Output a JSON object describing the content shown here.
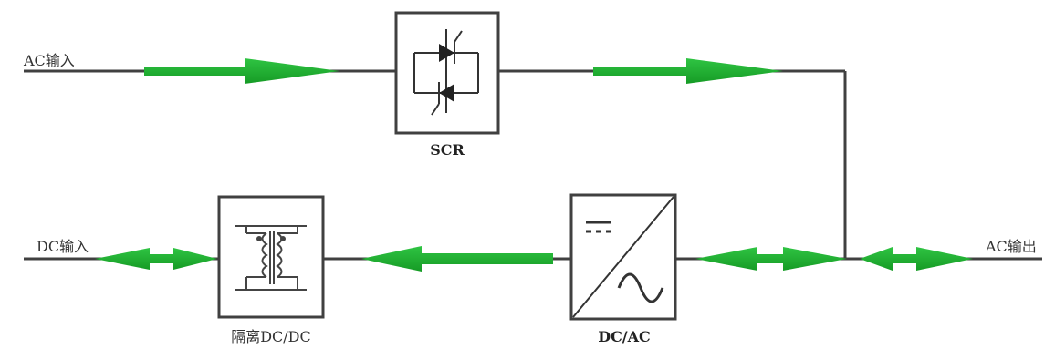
{
  "labels": {
    "ac_input": "AC输入",
    "dc_input": "DC输入",
    "ac_output": "AC输出",
    "scr": "SCR",
    "isolated_dcdc": "隔离DC/DC",
    "dcac": "DC/AC"
  },
  "colors": {
    "line": "#404040",
    "arrow": "#1fae2f",
    "box": "#404040"
  },
  "icons": {
    "scr": "thyristor-pair-icon",
    "isolated_dcdc": "transformer-icon",
    "dcac": "inverter-icon"
  }
}
